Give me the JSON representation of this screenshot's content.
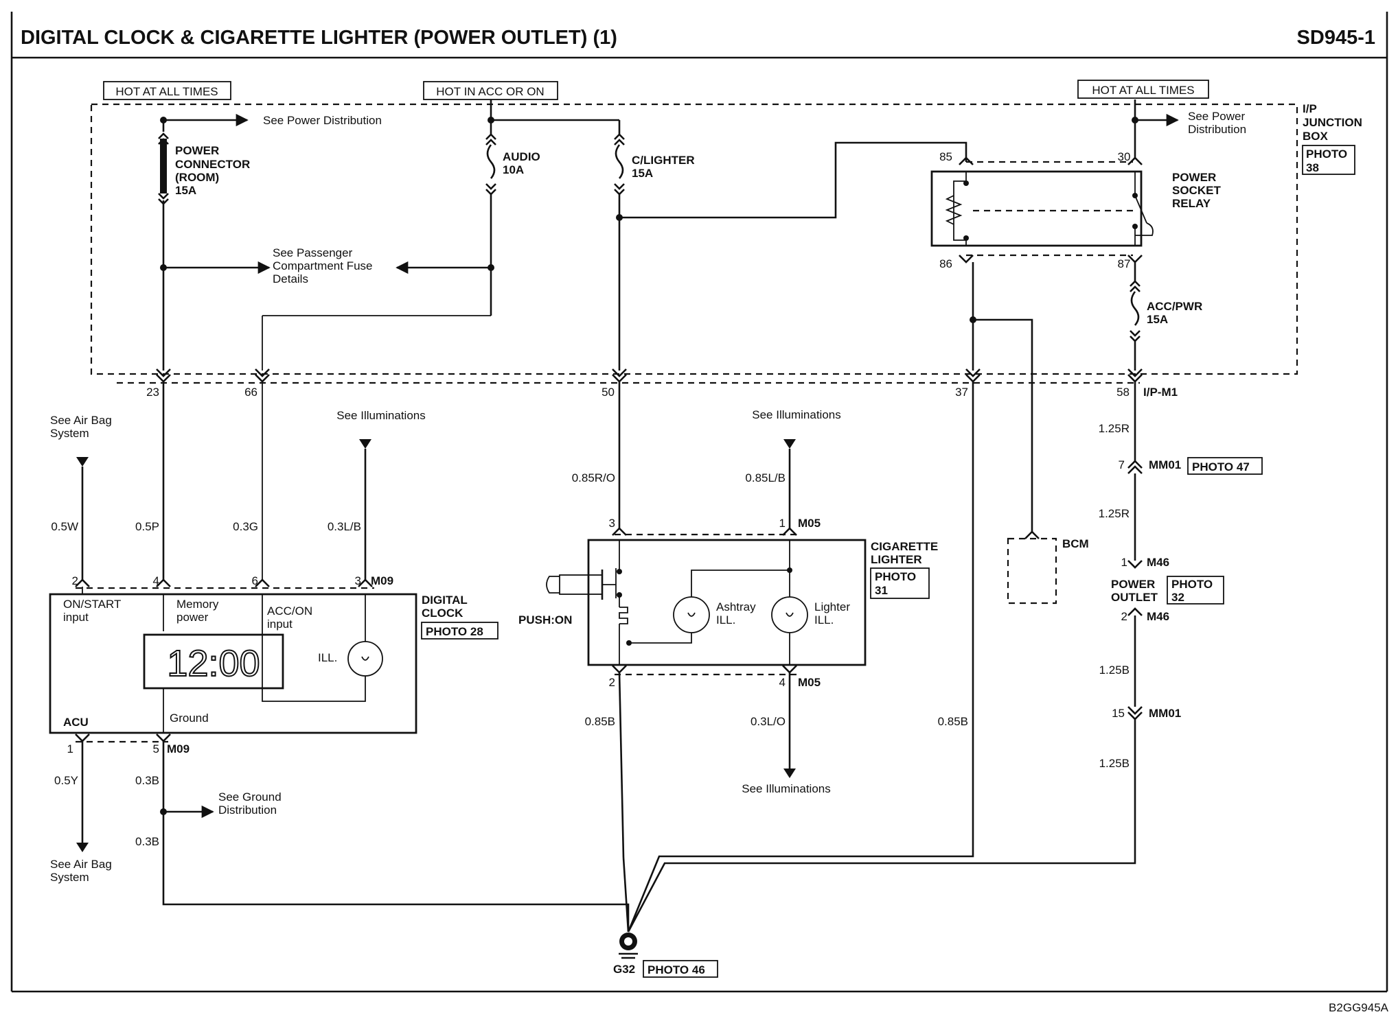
{
  "header": {
    "title": "DIGITAL CLOCK & CIGARETTE LIGHTER (POWER OUTLET) (1)",
    "code": "SD945-1",
    "footer_code": "B2GG945A"
  },
  "power_labels": {
    "hot_always_left": "HOT AT ALL TIMES",
    "hot_acc_on": "HOT IN ACC OR ON",
    "hot_always_right": "HOT AT ALL TIMES"
  },
  "junction_box": {
    "label_1": "I/P",
    "label_2": "JUNCTION",
    "label_3": "BOX",
    "photo_1": "PHOTO",
    "photo_2": "38",
    "see_power_dist_left": "See Power Distribution",
    "see_power_dist_right_1": "See Power",
    "see_power_dist_right_2": "Distribution",
    "passenger_1": "See Passenger",
    "passenger_2": "Compartment Fuse",
    "passenger_3": "Details",
    "connector_id": "I/P-M1"
  },
  "fuses": {
    "power_connector": [
      "POWER",
      "CONNECTOR",
      "(ROOM)",
      "15A"
    ],
    "audio": [
      "AUDIO",
      "10A"
    ],
    "c_lighter": [
      "C/LIGHTER",
      "15A"
    ],
    "acc_pwr": [
      "ACC/PWR",
      "15A"
    ]
  },
  "relay": {
    "label": [
      "POWER",
      "SOCKET",
      "RELAY"
    ],
    "pin_85": "85",
    "pin_30": "30",
    "pin_86": "86",
    "pin_87": "87"
  },
  "jb_pins": {
    "p23": "23",
    "p66": "66",
    "p50": "50",
    "p37": "37",
    "p58": "58"
  },
  "wires": {
    "w_05w": "0.5W",
    "w_05p": "0.5P",
    "w_03g": "0.3G",
    "w_03lb": "0.3L/B",
    "w_085ro": "0.85R/O",
    "w_085lb": "0.85L/B",
    "w_085b_a": "0.85B",
    "w_03lo": "0.3L/O",
    "w_085b_b": "0.85B",
    "w_05y": "0.5Y",
    "w_03b_a": "0.3B",
    "w_03b_b": "0.3B",
    "w_125r_a": "1.25R",
    "w_125r_b": "1.25R",
    "w_125b_a": "1.25B",
    "w_125b_b": "1.25B"
  },
  "refs": {
    "airbag_top_1": "See Air Bag",
    "airbag_top_2": "System",
    "airbag_bot_1": "See Air Bag",
    "airbag_bot_2": "System",
    "illum_1": "See Illuminations",
    "illum_2": "See Illuminations",
    "illum_3": "See Illuminations",
    "ground_1": "See Ground",
    "ground_2": "Distribution"
  },
  "digital_clock": {
    "name_1": "DIGITAL",
    "name_2": "CLOCK",
    "photo": "PHOTO 28",
    "on_start_1": "ON/START",
    "on_start_2": "input",
    "memory_1": "Memory",
    "memory_2": "power",
    "acc_on_1": "ACC/ON",
    "acc_on_2": "input",
    "display": "12:00",
    "ill": "ILL.",
    "ground": "Ground",
    "acu": "ACU",
    "pin_2": "2",
    "pin_4": "4",
    "pin_6": "6",
    "pin_3": "3",
    "conn_top": "M09",
    "pin_1": "1",
    "pin_5": "5",
    "conn_bot": "M09"
  },
  "cig_lighter": {
    "name_1": "CIGARETTE",
    "name_2": "LIGHTER",
    "photo_1": "PHOTO",
    "photo_2": "31",
    "push_on": "PUSH:ON",
    "ashtray_1": "Ashtray",
    "ashtray_2": "ILL.",
    "lighter_1": "Lighter",
    "lighter_2": "ILL.",
    "pin_3": "3",
    "pin_1": "1",
    "conn_top": "M05",
    "pin_2": "2",
    "pin_4": "4",
    "conn_bot": "M05"
  },
  "bcm": {
    "label": "BCM"
  },
  "power_outlet": {
    "name_1": "POWER",
    "name_2": "OUTLET",
    "photo_1": "PHOTO",
    "photo_2": "32",
    "pin_1": "1",
    "conn_1": "M46",
    "pin_2": "2",
    "conn_2": "M46",
    "mm01_pin_7": "7",
    "mm01_a": "MM01",
    "mm01_photo": "PHOTO 47",
    "mm01_pin_15": "15",
    "mm01_b": "MM01"
  },
  "ground": {
    "id": "G32",
    "photo": "PHOTO 46"
  }
}
